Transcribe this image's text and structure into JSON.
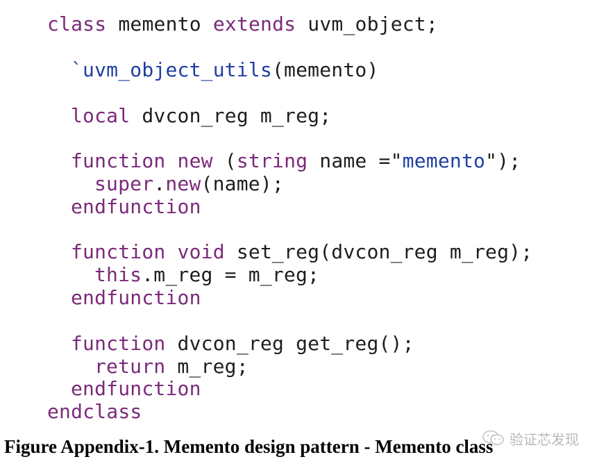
{
  "code": {
    "lines": [
      {
        "t1": "class",
        "t2": " memento ",
        "t3": "extends",
        "t4": " uvm_object;"
      },
      {
        "t1": "`uvm_object_utils",
        "t2": "(memento)"
      },
      {
        "t1": "local",
        "t2": " dvcon_reg m_reg;"
      },
      {
        "t1": "function",
        "t2": " ",
        "t3": "new",
        "t4": " (",
        "t5": "string",
        "t6": " name =\"",
        "t7": "memento",
        "t8": "\");"
      },
      {
        "t1": "super",
        "t2": ".",
        "t3": "new",
        "t4": "(name);"
      },
      {
        "t1": "endfunction"
      },
      {
        "t1": "function",
        "t2": " ",
        "t3": "void",
        "t4": " set_reg(dvcon_reg m_reg);"
      },
      {
        "t1": "this",
        "t2": ".m_reg = m_reg;"
      },
      {
        "t1": "endfunction"
      },
      {
        "t1": "function",
        "t2": " dvcon_reg get_reg();"
      },
      {
        "t1": "return",
        "t2": " m_reg;"
      },
      {
        "t1": "endfunction"
      },
      {
        "t1": "endclass"
      }
    ]
  },
  "caption": "Figure Appendix-1. Memento design pattern - Memento class",
  "watermark": {
    "text": "验证芯发现",
    "icon": "wechat-icon"
  },
  "colors": {
    "keyword": "#7a2a7a",
    "macro": "#1f3fa3",
    "text": "#1e1e1e",
    "watermark": "#b9b9b9"
  }
}
